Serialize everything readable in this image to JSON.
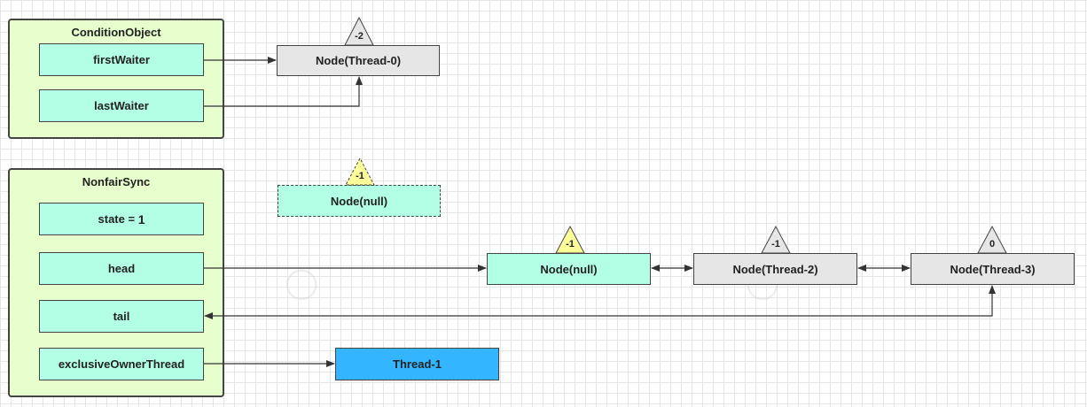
{
  "condition_object": {
    "title": "ConditionObject",
    "first_waiter": "firstWaiter",
    "last_waiter": "lastWaiter"
  },
  "nonfair_sync": {
    "title": "NonfairSync",
    "state_label": "state = ",
    "state_value": "1",
    "head": "head",
    "tail": "tail",
    "exclusive_owner": "exclusiveOwnerThread"
  },
  "nodes": {
    "thread0": {
      "label": "Node(Thread-0)",
      "status": "-2"
    },
    "null_detached": {
      "label": "Node(null)",
      "status": "-1"
    },
    "null_head": {
      "label": "Node(null)",
      "status": "-1"
    },
    "thread2": {
      "label": "Node(Thread-2)",
      "status": "-1"
    },
    "thread3": {
      "label": "Node(Thread-3)",
      "status": "0"
    }
  },
  "owner_thread": {
    "label": "Thread-1"
  },
  "colors": {
    "container_fill": "#e6ffcc",
    "field_fill": "#b3ffe6",
    "node_gray": "#e6e6e6",
    "owner_blue": "#33b5ff",
    "triangle_yellow": "#ffff99",
    "triangle_gray": "#e6e6e6"
  }
}
